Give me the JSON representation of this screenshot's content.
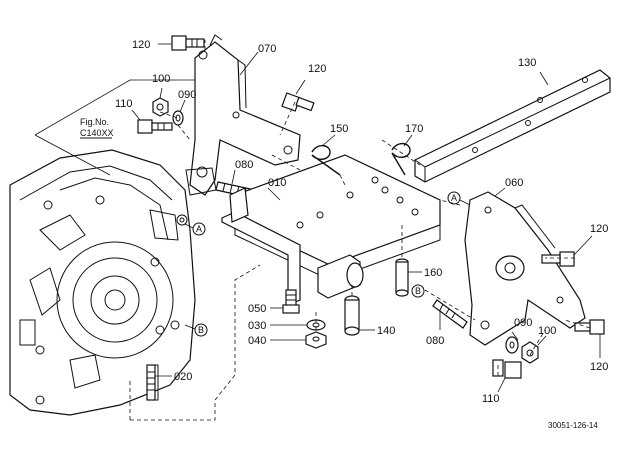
{
  "labels": {
    "p120_top_left": "120",
    "p070": "070",
    "p120_top_mid": "120",
    "p130": "130",
    "p100_left": "100",
    "p090_left": "090",
    "p110_left": "110",
    "p150": "150",
    "p170": "170",
    "p080_top": "080",
    "p010": "010",
    "p060": "060",
    "p120_right": "120",
    "p160": "160",
    "p050": "050",
    "p030": "030",
    "p040": "040",
    "p140": "140",
    "p080_bottom": "080",
    "p090_right": "090",
    "p100_right": "100",
    "p120_bottom_right": "120",
    "p110_right": "110",
    "p020": "020"
  },
  "callouts": {
    "a_left": "A",
    "a_right": "A",
    "b_left": "B",
    "b_right": "B"
  },
  "figref": {
    "line1": "Fig.No.",
    "line2": "C140XX"
  },
  "drawing_code": "30051-126-14"
}
